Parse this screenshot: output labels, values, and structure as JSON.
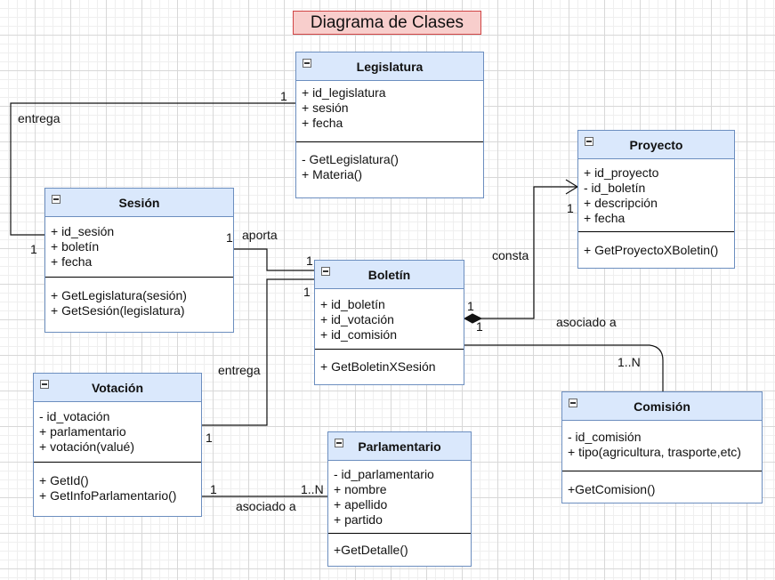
{
  "title": "Diagrama de Clases",
  "classes": {
    "legislatura": {
      "name": "Legislatura",
      "attributes": [
        "+ id_legislatura",
        "+ sesión",
        "+ fecha"
      ],
      "methods": [
        "- GetLegislatura()",
        "+ Materia()"
      ]
    },
    "proyecto": {
      "name": "Proyecto",
      "attributes": [
        "+ id_proyecto",
        "-  id_boletín",
        "+ descripción",
        "+ fecha"
      ],
      "methods": [
        "+ GetProyectoXBoletin()"
      ]
    },
    "sesion": {
      "name": "Sesión",
      "attributes": [
        "+ id_sesión",
        "+ boletín",
        "+ fecha"
      ],
      "methods": [
        "+ GetLegislatura(sesión)",
        "+ GetSesión(legislatura)"
      ]
    },
    "boletin": {
      "name": "Boletín",
      "attributes": [
        "+  id_boletín",
        "+ id_votación",
        "+ id_comisión"
      ],
      "methods": [
        "+ GetBoletinXSesión"
      ]
    },
    "votacion": {
      "name": "Votación",
      "attributes": [
        "- id_votación",
        "+ parlamentario",
        "+ votación(valué)"
      ],
      "methods": [
        "+ GetId()",
        "+ GetInfoParlamentario()"
      ]
    },
    "parlamentario": {
      "name": "Parlamentario",
      "attributes": [
        "-  id_parlamentario",
        "+ nombre",
        "+ apellido",
        "+ partido"
      ],
      "methods": [
        "+GetDetalle()"
      ]
    },
    "comision": {
      "name": "Comisión",
      "attributes": [
        "-  id_comisión",
        "+ tipo(agricultura, trasporte,etc)"
      ],
      "methods": [
        "+GetComision()"
      ]
    }
  },
  "labels": {
    "entrega_1": "entrega",
    "mult_leg_1": "1",
    "mult_ses_1": "1",
    "aporta": "aporta",
    "mult_ses_aporta": "1",
    "mult_bol_aporta": "1",
    "mult_bol_entrega": "1",
    "entrega_2": "entrega",
    "mult_vot_1": "1",
    "consta": "consta",
    "mult_proy_1": "1",
    "mult_bol_consta_a": "1",
    "mult_bol_consta_b": "1",
    "asociado_a_1": "asociado a",
    "mult_com_1n": "1..N",
    "mult_vot_2": "1",
    "mult_par_1n": "1..N",
    "asociado_a_2": "asociado a"
  }
}
